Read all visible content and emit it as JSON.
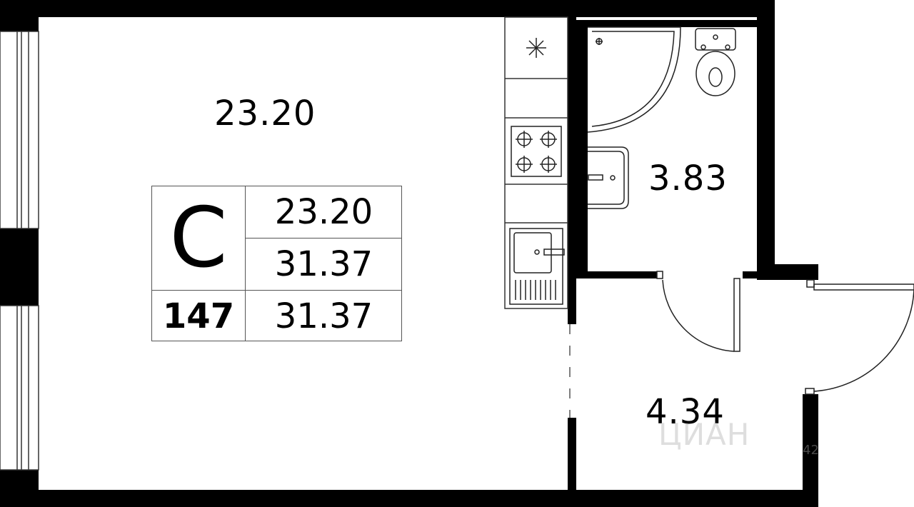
{
  "rooms": {
    "living_area": "23.20",
    "bathroom_area": "3.83",
    "hall_area": "4.34"
  },
  "info_table": {
    "type_letter": "С",
    "apartment_number": "147",
    "living_area": "23.20",
    "total_area": "31.37",
    "total_area_repeat": "31.37"
  },
  "watermark": {
    "text": "ЦИАН",
    "subtext": "42"
  },
  "icons": [
    "fan-icon",
    "stove-icon",
    "sink-icon",
    "bathtub-icon",
    "toilet-icon",
    "washbasin-icon"
  ],
  "colors": {
    "wall": "#000000",
    "background": "#ffffff",
    "fixture_stroke": "#222222"
  }
}
